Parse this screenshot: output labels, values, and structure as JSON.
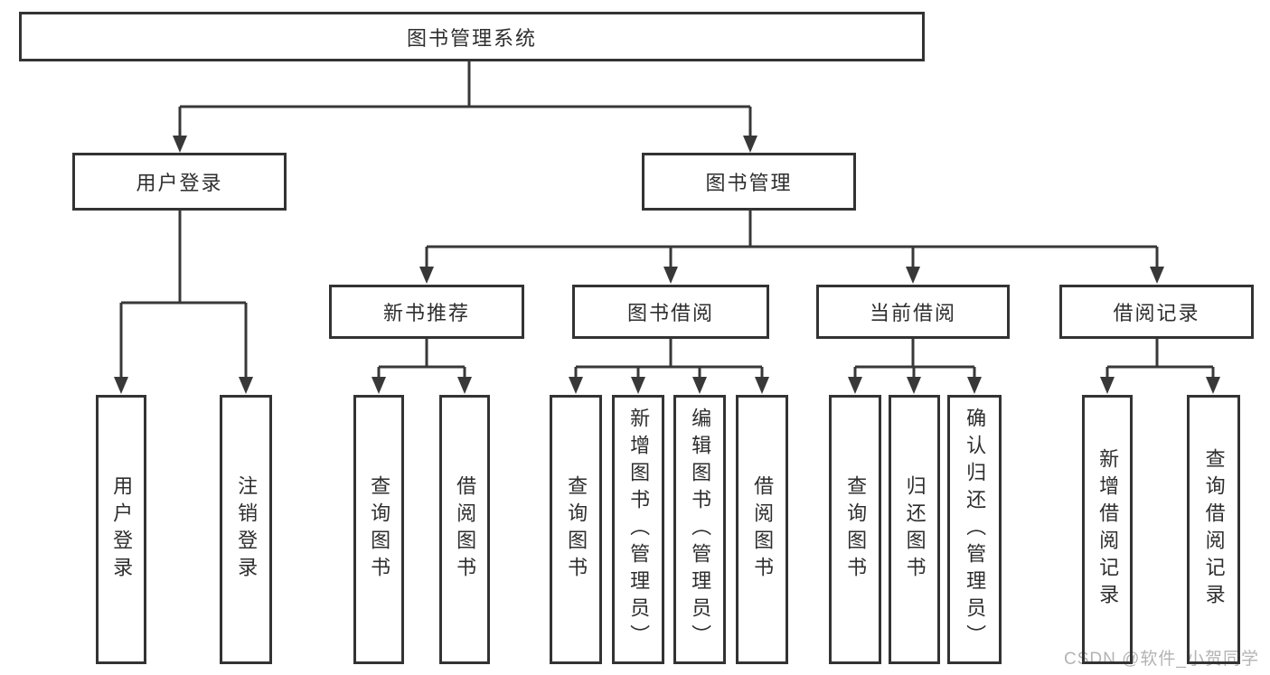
{
  "tree": {
    "root": {
      "label": "图书管理系统"
    },
    "children": [
      {
        "label": "用户登录",
        "children": [
          {
            "label": "用户登录"
          },
          {
            "label": "注销登录"
          }
        ]
      },
      {
        "label": "图书管理",
        "children": [
          {
            "label": "新书推荐",
            "children": [
              {
                "label": "查询图书"
              },
              {
                "label": "借阅图书"
              }
            ]
          },
          {
            "label": "图书借阅",
            "children": [
              {
                "label": "查询图书"
              },
              {
                "label": "新增图书（管理员）"
              },
              {
                "label": "编辑图书（管理员）"
              },
              {
                "label": "借阅图书"
              }
            ]
          },
          {
            "label": "当前借阅",
            "children": [
              {
                "label": "查询图书"
              },
              {
                "label": "归还图书"
              },
              {
                "label": "确认归还（管理员）"
              }
            ]
          },
          {
            "label": "借阅记录",
            "children": [
              {
                "label": "新增借阅记录"
              },
              {
                "label": "查询借阅记录"
              }
            ]
          }
        ]
      }
    ]
  },
  "watermark": {
    "text": "CSDN @软件_小贺同学"
  },
  "colors": {
    "line": "#383838",
    "border": "#333333",
    "text": "#2e2e2e",
    "watermark": "#b3b3b3",
    "background": "#ffffff"
  }
}
